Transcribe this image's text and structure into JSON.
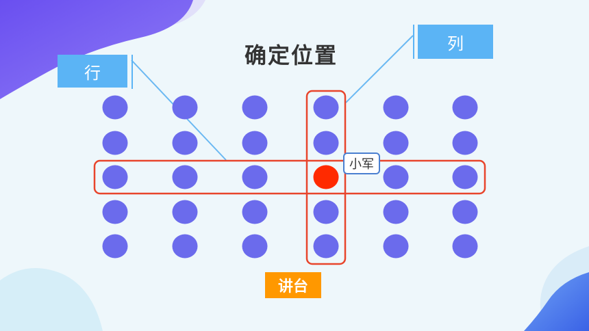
{
  "title": "确定位置",
  "row_tag": "行",
  "column_tag": "列",
  "podium": "讲台",
  "student_label": "小军",
  "colors": {
    "seat": "#6b6bec",
    "highlight_seat": "#ff2a00",
    "highlight_frame": "#e8452c",
    "tag": "#5bb4f5",
    "podium": "#ff9800",
    "blob_purple": "#7a5cf0",
    "blob_blue": "#3f6ee8"
  },
  "grid": {
    "rows": 5,
    "columns": 6,
    "highlight_row": 3,
    "highlight_column": 4
  }
}
